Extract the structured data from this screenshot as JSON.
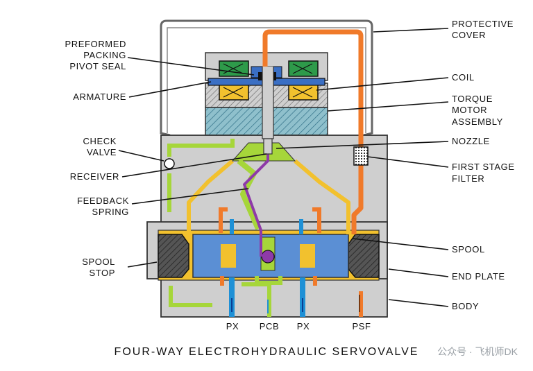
{
  "diagram": {
    "caption": "FOUR-WAY ELECTROHYDRAULIC SERVOVALVE",
    "watermark": "公众号 · 飞机师DK",
    "labels": {
      "preformed_packing": [
        "PREFORMED",
        "PACKING",
        "PIVOT SEAL"
      ],
      "armature": "ARMATURE",
      "check_valve": [
        "CHECK",
        "VALVE"
      ],
      "receiver": "RECEIVER",
      "feedback_spring": [
        "FEEDBACK",
        "SPRING"
      ],
      "spool_stop": [
        "SPOOL",
        "STOP"
      ],
      "protective_cover": [
        "PROTECTIVE",
        "COVER"
      ],
      "coil": "COIL",
      "torque_motor": [
        "TORQUE",
        "MOTOR",
        "ASSEMBLY"
      ],
      "nozzle": "NOZZLE",
      "first_stage_filter": [
        "FIRST STAGE",
        "FILTER"
      ],
      "spool": "SPOOL",
      "end_plate": "END PLATE",
      "body": "BODY"
    },
    "ports": [
      "PX",
      "PCB",
      "PX",
      "PSF"
    ],
    "colors": {
      "body": "#cfcfcf",
      "torque_motor": "#8fc0cc",
      "spool": "#5b8fd4",
      "end_plate_stop": "#555555",
      "pressure_line": "#f07a2a",
      "control_line": "#f2c12e",
      "green_line": "#a6d63a",
      "return_line": "#1e90d6",
      "coil_green": "#2e9a4a",
      "coil_yellow": "#f2c12e",
      "feedback_purple": "#8e3aa8"
    }
  }
}
